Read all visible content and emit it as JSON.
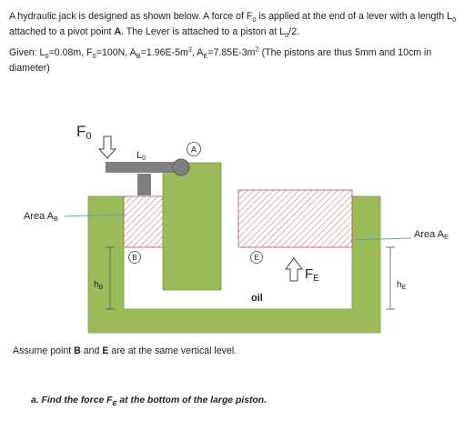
{
  "problem": {
    "intro": [
      {
        "t": "A hydraulic jack is designed as shown below. A force of F"
      },
      {
        "t": "0",
        "sub": true
      },
      {
        "t": " is applied at the end of a lever with a length L"
      },
      {
        "t": "0",
        "sub": true
      },
      {
        "t": " attached to a pivot point "
      },
      {
        "t": "A",
        "b": true
      },
      {
        "t": ". The Lever is attached to a piston at L"
      },
      {
        "t": "0",
        "sub": true
      },
      {
        "t": "/2."
      }
    ],
    "given": [
      {
        "t": "Given: L"
      },
      {
        "t": "0",
        "sub": true
      },
      {
        "t": "=0.08m, F"
      },
      {
        "t": "0",
        "sub": true
      },
      {
        "t": "=100N, A"
      },
      {
        "t": "B",
        "sub": true
      },
      {
        "t": "=1.96E-5m"
      },
      {
        "t": "2",
        "sup": true
      },
      {
        "t": ", A"
      },
      {
        "t": "E",
        "sub": true
      },
      {
        "t": "=7.85E-3m"
      },
      {
        "t": "2",
        "sup": true
      },
      {
        "t": " (The pistons are thus 5mm and 10cm in diameter)"
      }
    ],
    "assume": [
      {
        "t": "Assume point "
      },
      {
        "t": "B",
        "b": true
      },
      {
        "t": " and "
      },
      {
        "t": "E",
        "b": true
      },
      {
        "t": " are at the same vertical level."
      }
    ],
    "question": [
      {
        "t": "a.   Find the force F"
      },
      {
        "t": "E",
        "sub": true
      },
      {
        "t": " at the bottom of the large piston."
      }
    ]
  },
  "diagram": {
    "force_in_base": "F",
    "force_in_sub": "0",
    "lever_base": "L",
    "lever_sub": "0",
    "pivot": "A",
    "point_b": "B",
    "point_e": "E",
    "area_b_base": "Area A",
    "area_b_sub": "B",
    "area_e_base": "Area A",
    "area_e_sub": "E",
    "height_b_base": "h",
    "height_b_sub": "B",
    "height_e_base": "h",
    "height_e_sub": "E",
    "force_out_base": "F",
    "force_out_sub": "E",
    "fluid": "oil",
    "colors": {
      "body": "#9bbb59",
      "lever": "#7f7f7f",
      "hatch": "#e6b8b7",
      "line": "#4bacc6",
      "text": "#222222"
    }
  }
}
